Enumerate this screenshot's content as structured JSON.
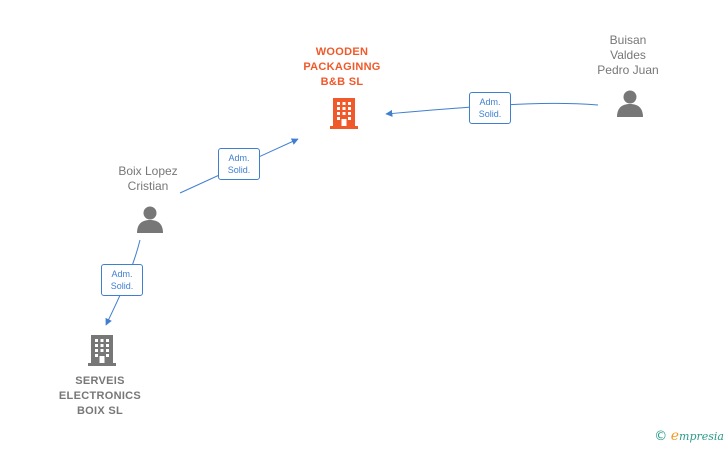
{
  "nodes": {
    "wooden": {
      "line1": "WOODEN",
      "line2": "PACKAGINNG",
      "line3": "B&B  SL",
      "color": "#f0592a"
    },
    "serveis": {
      "line1": "SERVEIS",
      "line2": "ELECTRONICS",
      "line3": "BOIX SL",
      "color": "#777777"
    },
    "boix": {
      "line1": "Boix Lopez",
      "line2": "Cristian"
    },
    "buisan": {
      "line1": "Buisan",
      "line2": "Valdes",
      "line3": "Pedro Juan"
    }
  },
  "edges": [
    {
      "from": "Buisan Valdes Pedro Juan",
      "to": "WOODEN PACKAGINNG B&B SL",
      "line1": "Adm.",
      "line2": "Solid."
    },
    {
      "from": "Boix Lopez Cristian",
      "to": "WOODEN PACKAGINNG B&B SL",
      "line1": "Adm.",
      "line2": "Solid."
    },
    {
      "from": "Boix Lopez Cristian",
      "to": "SERVEIS ELECTRONICS BOIX SL",
      "line1": "Adm.",
      "line2": "Solid."
    }
  ],
  "colors": {
    "edge": "#3f7fd0",
    "person": "#777777"
  },
  "watermark": {
    "copyright": "©",
    "first_letter": "e",
    "rest": "mpresia"
  }
}
